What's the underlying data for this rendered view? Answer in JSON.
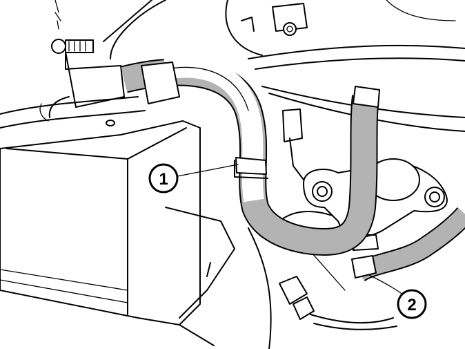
{
  "figure": {
    "callouts": [
      {
        "number": "1",
        "part": "hose-clamp"
      },
      {
        "number": "2",
        "part": "hose-at-outlet"
      }
    ],
    "colors": {
      "line": "#000000",
      "hose": "#b3b3b3",
      "background": "#ffffff"
    }
  }
}
